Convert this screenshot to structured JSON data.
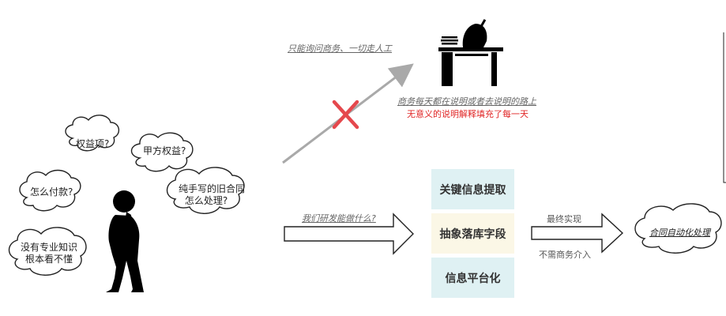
{
  "clouds": {
    "rights_item": "权益项?",
    "party_a_rights": "甲方权益?",
    "how_to_pay": "怎么付款?",
    "handwritten_contract_line1": "纯手写的旧合同",
    "handwritten_contract_line2": "怎么处理?",
    "no_expertise_line1": "没有专业知识",
    "no_expertise_line2": "根本看不懂",
    "contract_auto": "合同自动化处理"
  },
  "top_path": {
    "label": "只能询问商务、一切走人工",
    "caption_line1": "商务每天都在说明或者去说明的路上",
    "caption_line2": "无意义的说明解释填充了每一天"
  },
  "main_flow": {
    "question": "我们研发能做什么?",
    "steps": [
      "关键信息提取",
      "抽象落库字段",
      "信息平台化"
    ],
    "result_label_top": "最终实现",
    "result_label_bottom": "不需商务介入"
  },
  "colors": {
    "box_fill_1": "#dff1f3",
    "box_fill_2": "#fbf7e6",
    "box_fill_3": "#dff1f3",
    "cross": "#e5484d",
    "arrow_gray": "#a9a9a9"
  }
}
